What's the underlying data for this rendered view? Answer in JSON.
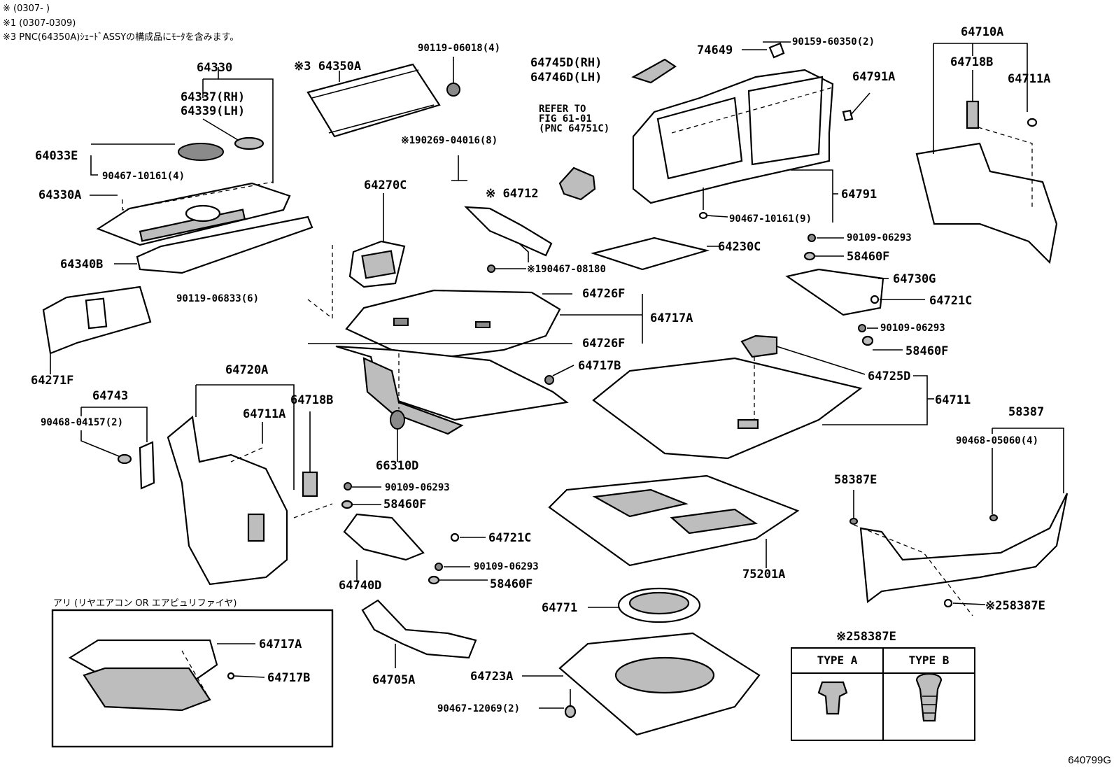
{
  "notes": {
    "n0": "※ (0307- )",
    "n1": "※1 (0307-0309)",
    "n3": "※3 PNC(64350A)ｼｪｰﾄﾞASSYの構成品にﾓｰﾀを含みます。"
  },
  "labels": {
    "p64330": "64330",
    "p64337": "64337(RH)",
    "p64339": "64339(LH)",
    "p64033E": "64033E",
    "p90467_10161_4": "90467-10161(4)",
    "p64330A": "64330A",
    "p64340B": "64340B",
    "p64271F": "64271F",
    "p64350A": "※3 64350A",
    "p90119_06018": "90119-06018(4)",
    "p190269": "※190269-04016(8)",
    "p64270C": "64270C",
    "p64712": "※ 64712",
    "p190467": "※190467-08180",
    "p90119_06833": "90119-06833(6)",
    "p64726F_a": "64726F",
    "p64717A": "64717A",
    "p64726F_b": "64726F",
    "p64717B": "64717B",
    "p66310D": "66310D",
    "p64745D": "64745D(RH)",
    "p64746D": "64746D(LH)",
    "p_refer": "REFER TO\nFIG 61-01\n(PNC 64751C)",
    "p74649": "74649",
    "p90159": "90159-60350(2)",
    "p64791A": "64791A",
    "p64791": "64791",
    "p90467_10161_9": "90467-10161(9)",
    "p64230C": "64230C",
    "p64710A": "64710A",
    "p64718B_r": "64718B",
    "p64711A_r": "64711A",
    "p90109_06293_a": "90109-06293",
    "p58460F_a": "58460F",
    "p64730G": "64730G",
    "p64721C_r": "64721C",
    "p90109_06293_b": "90109-06293",
    "p58460F_b": "58460F",
    "p64725D": "64725D",
    "p64711": "64711",
    "p64743": "64743",
    "p90468_04157": "90468-04157(2)",
    "p64720A": "64720A",
    "p64711A_l": "64711A",
    "p64718B_l": "64718B",
    "p90109_06293_c": "90109-06293",
    "p58460F_c": "58460F",
    "p64721C_l": "64721C",
    "p90109_06293_d": "90109-06293",
    "p58460F_d": "58460F",
    "p64740D": "64740D",
    "p75201A": "75201A",
    "p58387": "58387",
    "p90468_05060": "90468-05060(4)",
    "p58387E": "58387E",
    "p258387E_a": "※258387E",
    "p64771": "64771",
    "p64705A": "64705A",
    "p64723A": "64723A",
    "p90467_12069": "90467-12069(2)",
    "p64717A_inset": "64717A",
    "p64717B_inset": "64717B",
    "p258387E_b": "※258387E"
  },
  "inset": {
    "caption": "アリ (リヤエアコン OR エアピュリファイヤ)"
  },
  "type_table": {
    "type_a": "TYPE A",
    "type_b": "TYPE B"
  },
  "figure_code": "640799G"
}
